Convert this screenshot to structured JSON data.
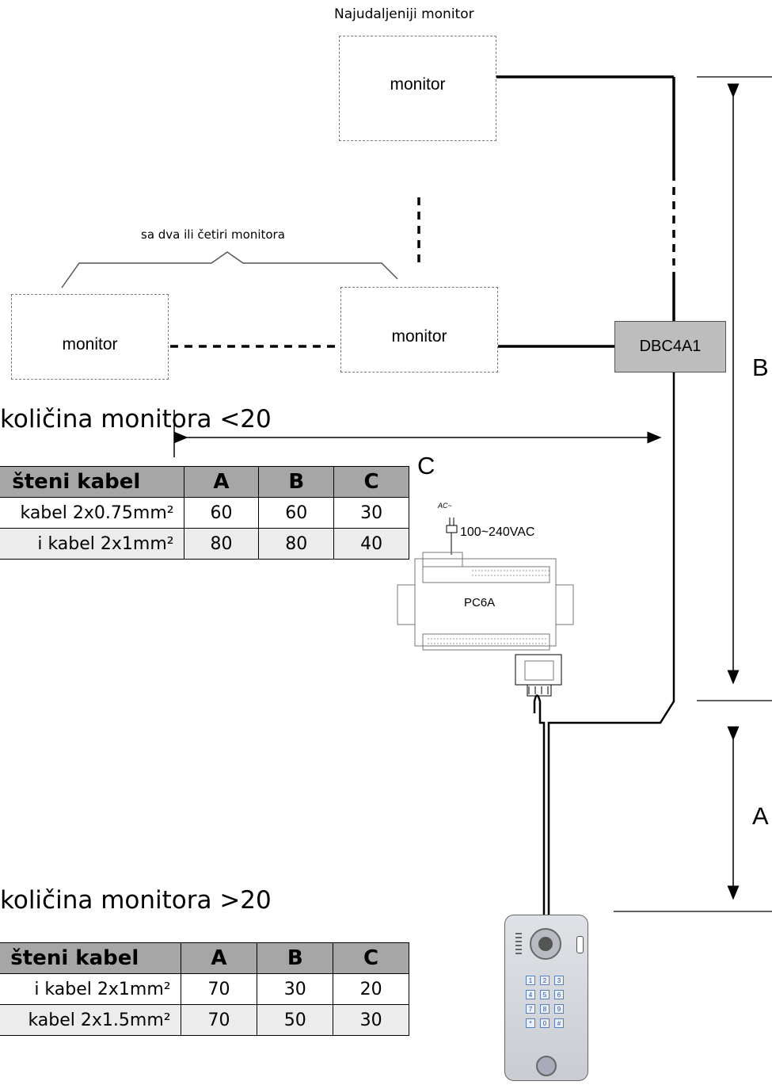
{
  "diagram": {
    "farthest_monitor_label": "Najudaljeniji monitor",
    "group_label": "sa dva ili četiri monitora",
    "monitor_label": "monitor",
    "distributor_label": "DBC4A1",
    "power_supply_label": "PC6A",
    "power_input_label": "100~240VAC",
    "ac_label": "AC~",
    "dimension_a": "A",
    "dimension_b": "B",
    "dimension_c": "C"
  },
  "tables": [
    {
      "heading": "količina monitora <20",
      "columns": [
        "šteni kabel",
        "A",
        "B",
        "C"
      ],
      "rows": [
        [
          "kabel 2x0.75mm²",
          "60",
          "60",
          "30"
        ],
        [
          "i kabel 2x1mm²",
          "80",
          "80",
          "40"
        ]
      ]
    },
    {
      "heading": "količina monitora >20",
      "columns": [
        "šteni kabel",
        "A",
        "B",
        "C"
      ],
      "rows": [
        [
          "i kabel 2x1mm²",
          "70",
          "30",
          "20"
        ],
        [
          "kabel 2x1.5mm²",
          "70",
          "50",
          "30"
        ]
      ]
    }
  ],
  "keypad_keys": [
    "1",
    "2",
    "3",
    "4",
    "5",
    "6",
    "7",
    "8",
    "9",
    "*",
    "0",
    "#"
  ]
}
